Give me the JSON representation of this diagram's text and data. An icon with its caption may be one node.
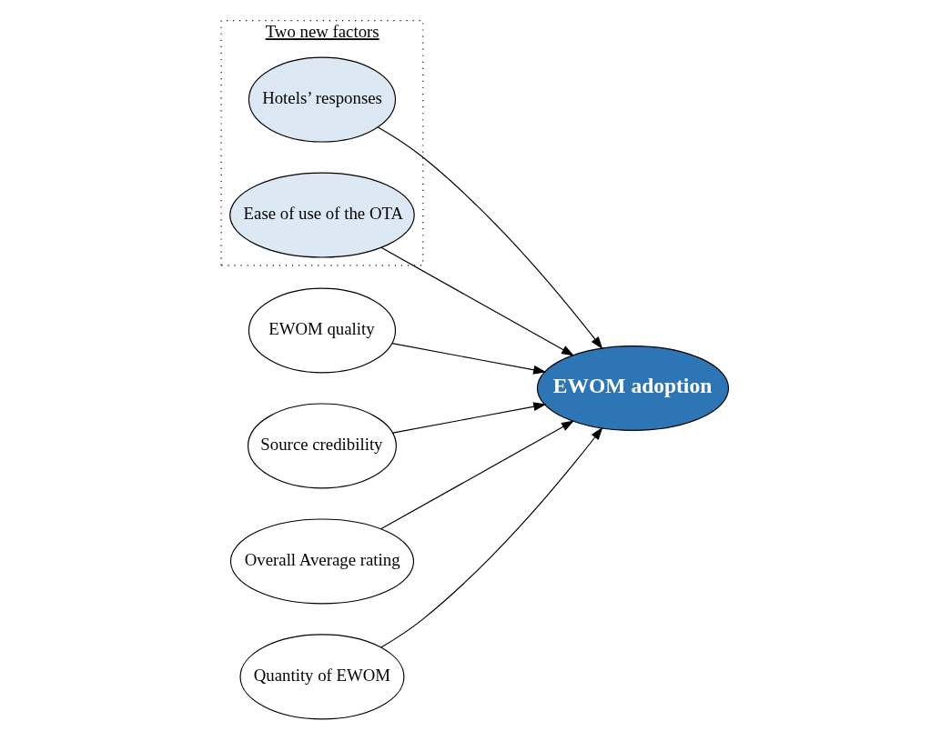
{
  "diagram": {
    "nodes": [
      {
        "text": [
          "Two new factors"
        ]
      },
      {
        "text": [
          "EWOM quality"
        ]
      },
      {
        "text": [
          "Hotels’ responses"
        ],
        "in": 0
      },
      {
        "text": [
          "Source credibility"
        ]
      },
      {
        "text": [
          "EWOM adoption"
        ]
      },
      {
        "text": [
          "Ease of use of the OTA"
        ],
        "in": 0
      },
      {
        "text": [
          "Overall Average rating"
        ]
      },
      {
        "text": [
          "Quantity of EWOM"
        ]
      }
    ],
    "edges": [
      {
        "from": 1,
        "to": 4,
        "arrow": "to"
      },
      {
        "from": 2,
        "to": 4,
        "arrow": "to"
      },
      {
        "from": 3,
        "to": 4,
        "arrow": "to"
      },
      {
        "from": 5,
        "to": 4,
        "arrow": "to"
      },
      {
        "from": 6,
        "to": 4,
        "arrow": "to"
      },
      {
        "from": 7,
        "to": 4,
        "arrow": "to"
      }
    ]
  }
}
